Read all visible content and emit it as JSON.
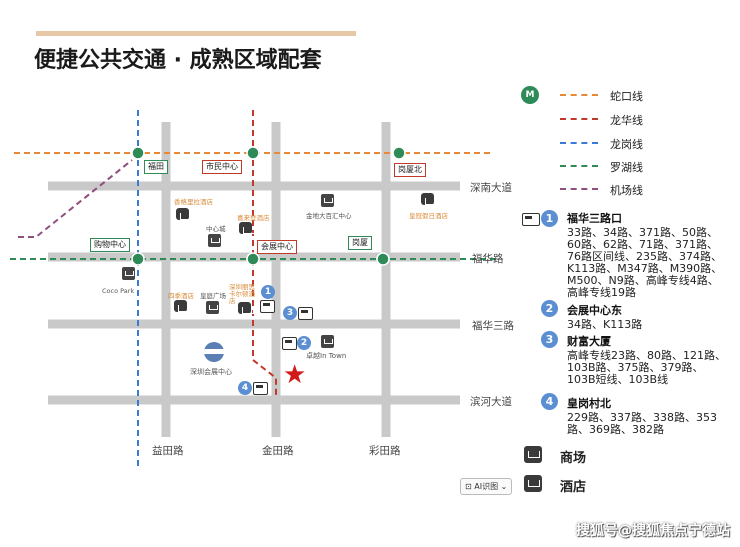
{
  "title": "便捷公共交通 · 成熟区域配套",
  "roads": {
    "shennan": "深南大道",
    "fuhua": "福华路",
    "fuhua3": "福华三路",
    "binhe": "滨河大道",
    "yitian": "益田路",
    "jintian": "金田路",
    "caitian": "彩田路"
  },
  "stations": {
    "futian": "福田",
    "shiminzhongxin": "市民中心",
    "gangxiabei": "岗厦北",
    "gouwuzhongxin": "购物中心",
    "huizhanzhongxin": "会展中心",
    "gangxia": "岗厦"
  },
  "pois": {
    "hotel1": "香格里拉酒店",
    "hotel2": "喜来登酒店",
    "mall1": "中心城",
    "mall2": "金地大百汇中心",
    "hotel3": "皇冠假日酒店",
    "coco": "Coco Park",
    "hotel4": "四季酒店",
    "mall3": "皇庭广场",
    "hotel5": "深圳丽思卡尔顿酒店",
    "zhuoyue": "卓越In Town",
    "expo": "深圳会展中心"
  },
  "legend": {
    "lines": [
      {
        "name": "蛇口线",
        "color": "#e8893a"
      },
      {
        "name": "龙华线",
        "color": "#c0392b"
      },
      {
        "name": "龙岗线",
        "color": "#3a7bd5"
      },
      {
        "name": "罗湖线",
        "color": "#2e8b57"
      },
      {
        "name": "机场线",
        "color": "#8e4f7e"
      }
    ],
    "shop": "商场",
    "hotel": "酒店"
  },
  "stops": [
    {
      "num": "1",
      "name": "福华三路口",
      "routes": "33路、34路、371路、50路、60路、62路、71路、371路、76路区间线、235路、374路、K113路、M347路、M390路、M500、N9路、高峰专线4路、高峰专线19路"
    },
    {
      "num": "2",
      "name": "会展中心东",
      "routes": "34路、K113路"
    },
    {
      "num": "3",
      "name": "财富大厦",
      "routes": "高峰专线23路、80路、121路、103B路、375路、379路、103B短线、103B线"
    },
    {
      "num": "4",
      "name": "皇岗村北",
      "routes": "229路、337路、338路、353路、369路、382路"
    }
  ],
  "ai_button": "AI识图",
  "watermark": "搜狐号@搜狐焦点宁德站"
}
